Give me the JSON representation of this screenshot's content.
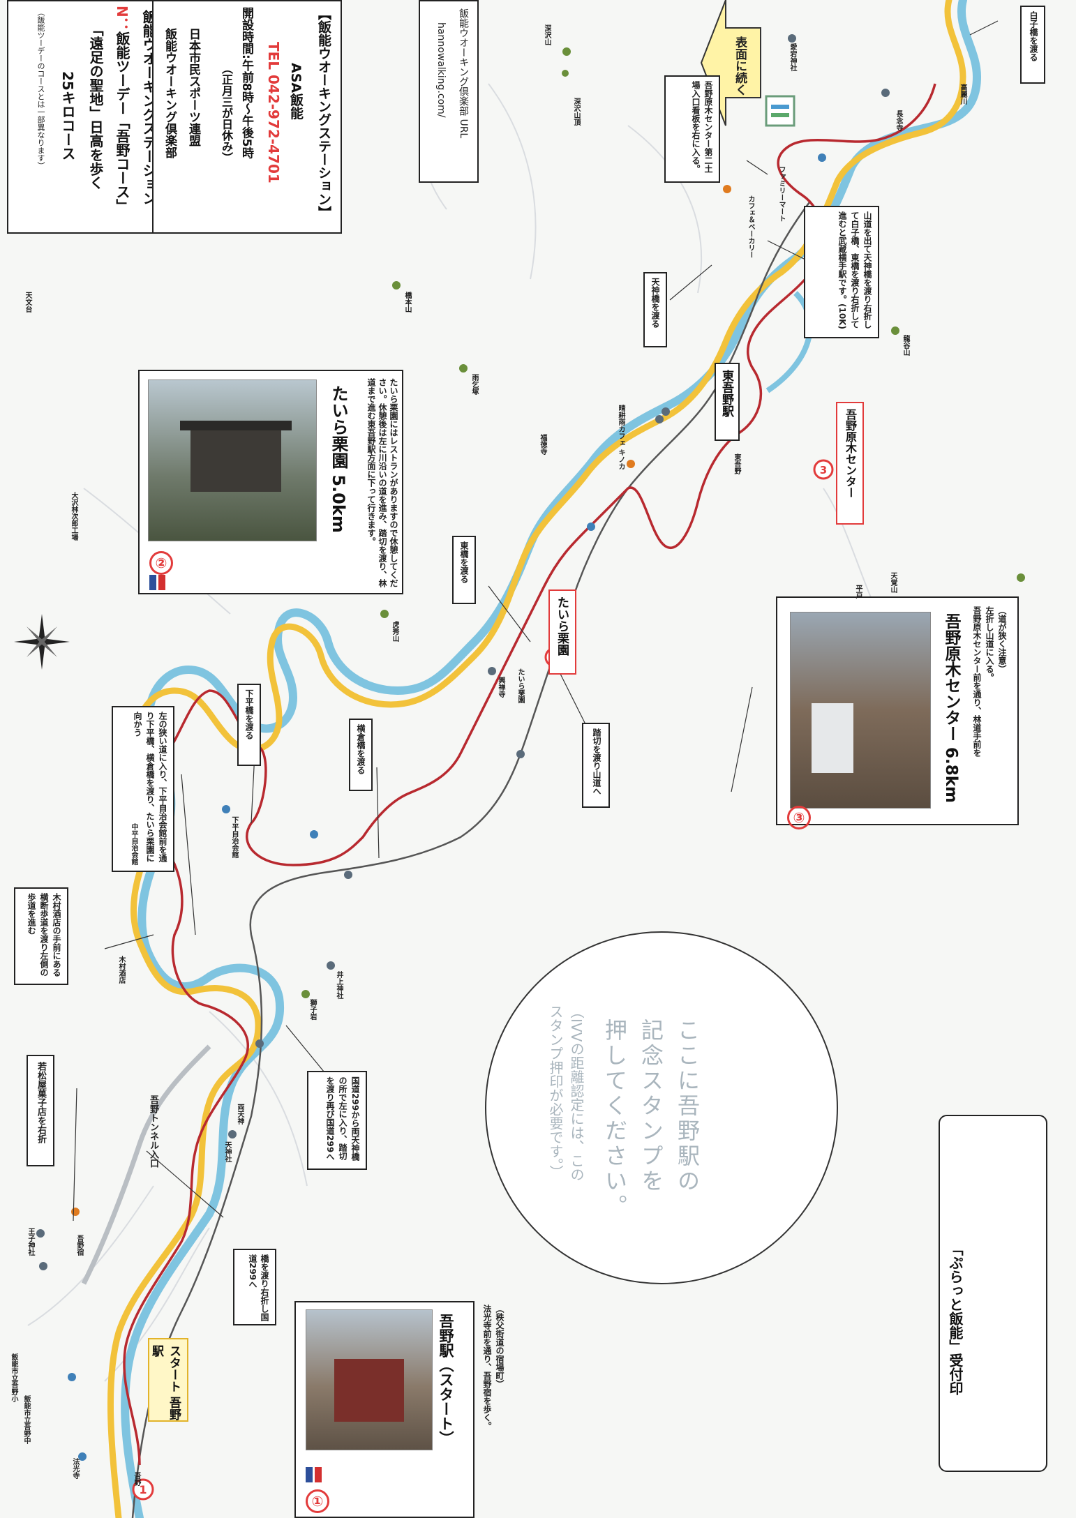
{
  "header_box": {
    "line1": "飯能ウオーキングステーション",
    "line2_prefix": "N：",
    "line2": "飯能ツーデー「吾野コース」",
    "line3": "「遠足の聖地」日高を歩く",
    "line4": "25キロコース",
    "note": "（飯能ツーデーのコースとは一部異なります）"
  },
  "contact_box": {
    "title": "【飯能ウオーキングステーション】",
    "org": "ASA飯能",
    "tel": "TEL 042-972-4701",
    "hours": "開設時間:午前8時～午後5時",
    "closed": "（正月三が日休み）",
    "org2": "日本市民スポーツ連盟",
    "org3": "飯能ウオーキング倶楽部"
  },
  "url_box": {
    "line1": "飯能ウオーキング倶楽部 URL",
    "line2": "hannowalking.com/"
  },
  "arrow_label": "表面に続く",
  "stops": [
    {
      "num": "①",
      "title": "吾野駅（スタート）",
      "desc1": "法光寺前を通り、吾野宿を歩く。",
      "desc2": "（秩父街道の宿場町）"
    },
    {
      "num": "②",
      "title": "たいら栗園 5.0km",
      "desc": "たいら栗園にはレストランがありますので休憩してください。休憩後は左に川沿いの道を進み、踏切を渡り、林道まで進む東吾野駅方面に下って行きます。"
    },
    {
      "num": "③",
      "title": "吾野原木センター 6.8km",
      "desc1": "吾野原木センター前を通り、林道手前を",
      "desc2": "左折し山道に入る。",
      "desc3": "（道が狭く注意）"
    }
  ],
  "callouts": {
    "start": "スタート 吾野駅",
    "wakamatsu": "若松屋菓子店を右折",
    "bridge_right": "橋を渡り右折し国道299へ",
    "kokudo": "国道299から両天神橋の所で左に入り、踏切を渡り再び国道299へ",
    "kimura": "木村酒店の手前にある横断歩道を渡り左側の歩道を進む",
    "hidari": "左の狭い道に入り、下平自治会館前を通り下平橋、横倉橋を渡り、たいら栗園に向かう",
    "shimodaira": "下平橋を渡る",
    "yokokura": "横倉橋を渡る",
    "fumikiri": "踏切を渡り山道へ",
    "higashibashi": "東橋を渡る",
    "taira": "たいら栗園",
    "higashiagano": "東吾野駅",
    "aganogenboku": "吾野原木センター",
    "tenjin": "天神橋を渡る",
    "yamamichi": "山道を出て天神橋を渡り右折して白子橋、東橋を渡り右折して進むと武蔵横手駅です。(10K)",
    "genboku2": "吾野原木センター第二土場入口看板を右に入る。",
    "shirako": "白子橋を渡る",
    "tunnel": "吾野トンネル入口"
  },
  "stamp_text": {
    "line1": "ここに吾野駅の",
    "line2": "記念スタンプを",
    "line3": "押してください。",
    "note1": "（IVVの距離認定には、この",
    "note2": "スタンプ押印が必要です。）"
  },
  "reception": "「ぷらっと飯能」受付印",
  "map_labels": {
    "l1": "天文台",
    "l2": "大沢林次郎工場",
    "l3": "深沢山",
    "l4": "深沢山頂",
    "l5": "橋本山",
    "l6": "雨乞塚",
    "l7": "虎秀山",
    "l8": "福徳寺",
    "l9": "獅子岩",
    "l10": "井上神社",
    "l11": "天神社",
    "l12": "両天神",
    "l13": "中平自治会館",
    "l14": "下平自治会館",
    "l15": "木村酒店",
    "l16": "愛宕神社",
    "l17": "長念寺",
    "l18": "平戸",
    "l19": "天覚山",
    "l20": "龍谷山",
    "l21": "吾野宿",
    "l22": "飯能市立吾野小",
    "l23": "飯能市立吾野中",
    "l24": "王子神社",
    "l25": "法光寺",
    "l26": "カフェ＆ベーカリー",
    "l27": "ファミリーマート",
    "l28": "晴耕雨カフェ キノカ",
    "l29": "たいら栗園",
    "l30": "興禅寺",
    "l31": "高麗川",
    "l32": "東吾野",
    "l33": "吾野"
  },
  "colors": {
    "river": "#7fc4e0",
    "road": "#f2c23a",
    "route": "#b8292f",
    "rail": "#555555",
    "accent_red": "#e23b3b"
  }
}
